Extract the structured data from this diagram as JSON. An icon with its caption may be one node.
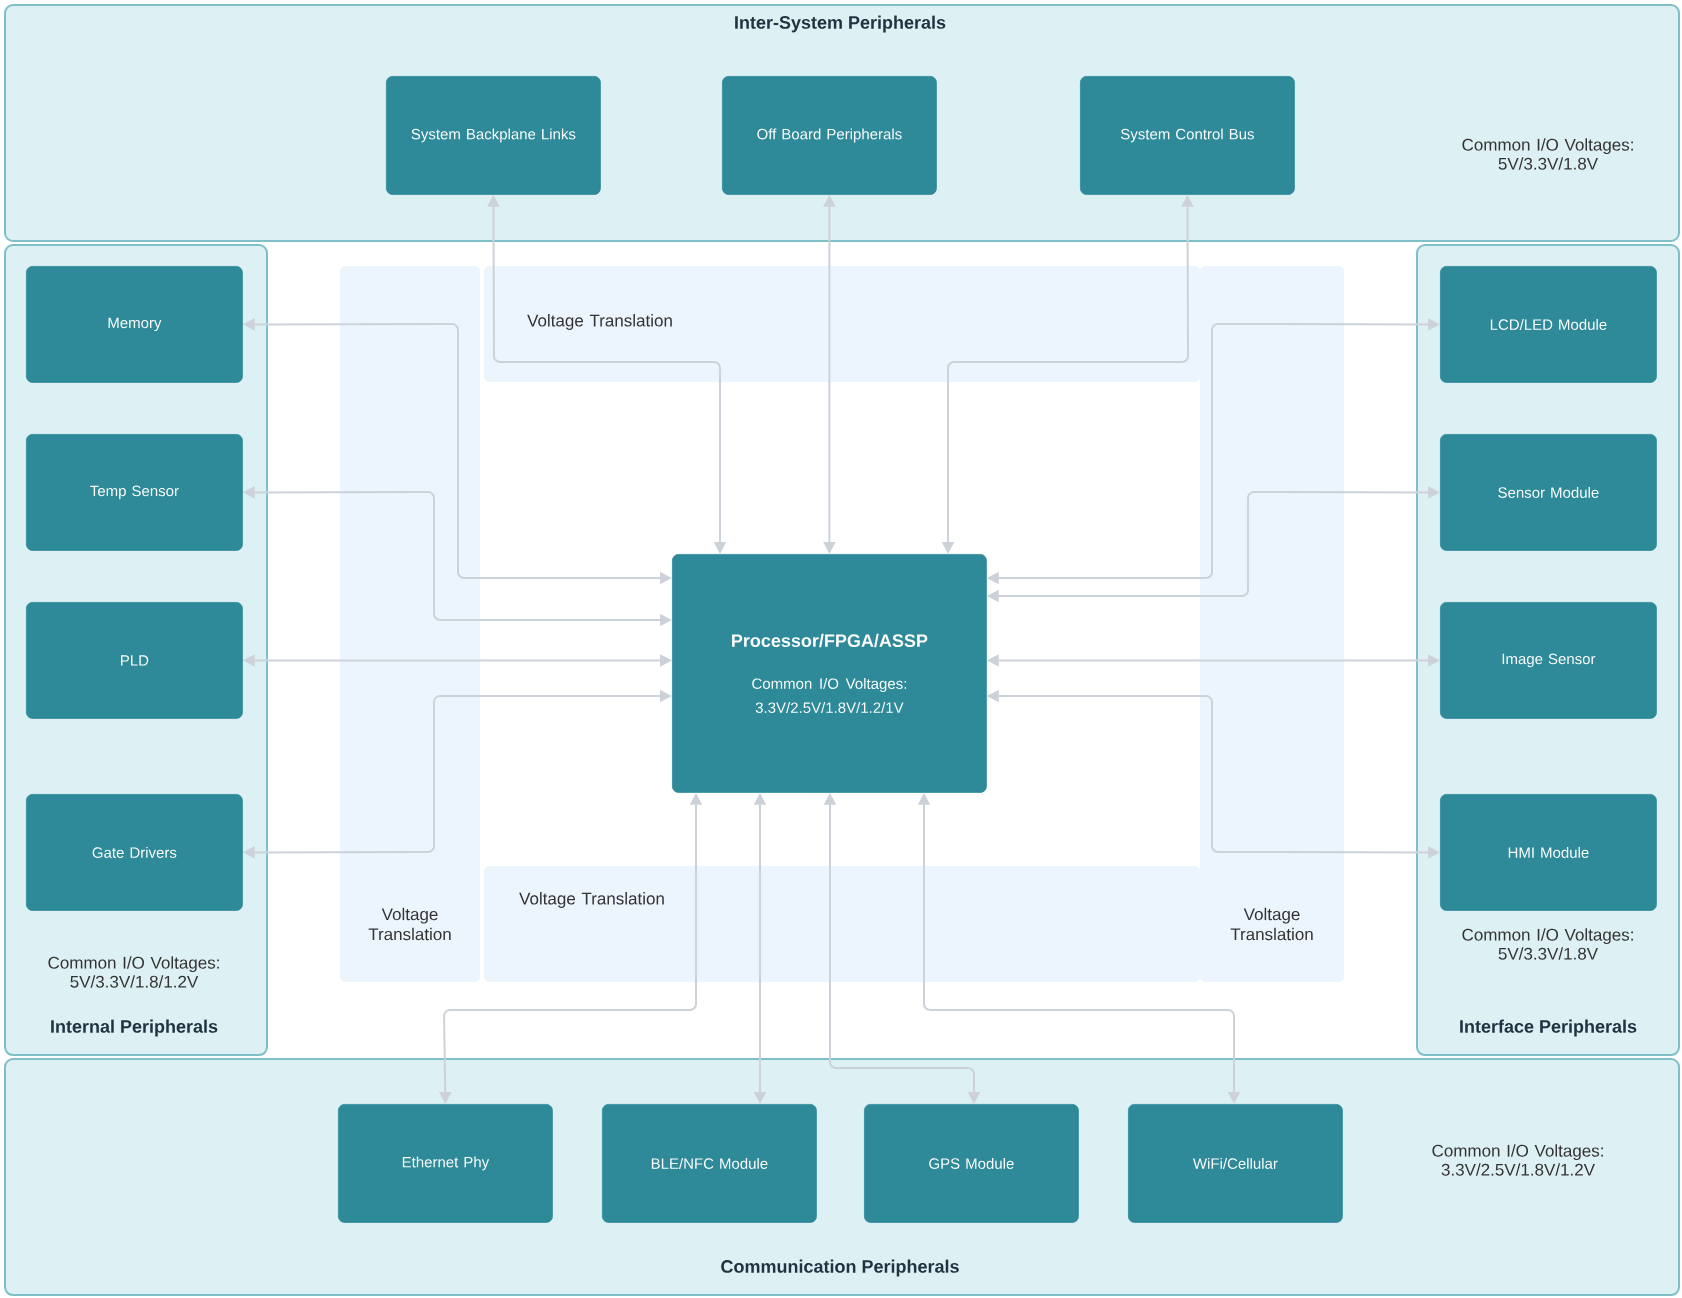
{
  "diagram": {
    "nodes": [
      {
        "text": [
          "Inter-System Peripherals",
          "Common I/O Voltages: 5V/3.3V/1.8V"
        ]
      },
      {
        "text": [
          "System Backplane Links"
        ],
        "in": 0
      },
      {
        "text": [
          "Off Board Peripherals"
        ],
        "in": 0
      },
      {
        "text": [
          "System Control Bus"
        ],
        "in": 0
      },
      {
        "text": [
          "Common I/O Voltages: 5V/3.3V/1.8/1.2V",
          "Internal Peripherals"
        ]
      },
      {
        "text": [
          "Memory"
        ],
        "in": 4
      },
      {
        "text": [
          "Temp Sensor"
        ],
        "in": 4
      },
      {
        "text": [
          "PLD"
        ],
        "in": 4
      },
      {
        "text": [
          "Gate Drivers"
        ],
        "in": 4
      },
      {
        "text": [
          "Common I/O Voltages: 5V/3.3V/1.8V",
          "Interface Peripherals"
        ]
      },
      {
        "text": [
          "LCD/LED Module"
        ],
        "in": 9
      },
      {
        "text": [
          "Sensor Module"
        ],
        "in": 9
      },
      {
        "text": [
          "Image Sensor"
        ],
        "in": 9
      },
      {
        "text": [
          "HMI  Module"
        ],
        "in": 9
      },
      {
        "text": [
          "Common I/O Voltages: 3.3V/2.5V/1.8V/1.2V",
          "Communication Peripherals"
        ]
      },
      {
        "text": [
          "Ethernet Phy"
        ],
        "in": 14
      },
      {
        "text": [
          "BLE/NFC Module"
        ],
        "in": 14
      },
      {
        "text": [
          "GPS Module"
        ],
        "in": 14
      },
      {
        "text": [
          "WiFi/Cellular"
        ],
        "in": 14
      },
      {
        "text": [
          "Processor/FPGA/ASSP",
          "Common I/O Voltages: 3.3V/2.5V/1.8V/1.2/1V"
        ]
      }
    ],
    "labels": [
      "Voltage Translation",
      "Voltage Translation",
      "Voltage Translation",
      "Voltage Translation"
    ],
    "edges": [
      {
        "from": 1,
        "to": 19,
        "arrow": "both"
      },
      {
        "from": 2,
        "to": 19,
        "arrow": "both"
      },
      {
        "from": 3,
        "to": 19,
        "arrow": "both"
      },
      {
        "from": 5,
        "to": 19,
        "arrow": "both"
      },
      {
        "from": 6,
        "to": 19,
        "arrow": "both"
      },
      {
        "from": 7,
        "to": 19,
        "arrow": "both"
      },
      {
        "from": 8,
        "to": 19,
        "arrow": "both"
      },
      {
        "from": 10,
        "to": 19,
        "arrow": "both"
      },
      {
        "from": 11,
        "to": 19,
        "arrow": "both"
      },
      {
        "from": 12,
        "to": 19,
        "arrow": "both"
      },
      {
        "from": 13,
        "to": 19,
        "arrow": "both"
      },
      {
        "from": 15,
        "to": 19,
        "arrow": "both"
      },
      {
        "from": 16,
        "to": 19,
        "arrow": "both"
      },
      {
        "from": 17,
        "to": 19,
        "arrow": "both"
      },
      {
        "from": 18,
        "to": 19,
        "arrow": "both"
      }
    ]
  }
}
